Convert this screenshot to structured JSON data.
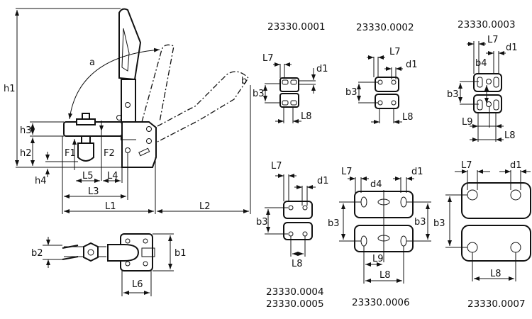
{
  "side_view": {
    "labels": {
      "h1": "h1",
      "a": "a",
      "h3": "h3",
      "h2": "h2",
      "F1": "F1",
      "F2": "F2",
      "h4": "h4",
      "L5": "L5",
      "L4": "L4",
      "L3": "L3",
      "L1": "L1",
      "L2": "L2",
      "b": "b"
    }
  },
  "top_view": {
    "labels": {
      "b2": "b2",
      "b1": "b1",
      "L6": "L6"
    }
  },
  "variants": [
    {
      "part_no": "23330.0001",
      "labels": {
        "L7": "L7",
        "d1": "d1",
        "b3": "b3",
        "L8": "L8"
      }
    },
    {
      "part_no": "23330.0002",
      "labels": {
        "L7": "L7",
        "d1": "d1",
        "b3": "b3",
        "L8": "L8"
      }
    },
    {
      "part_no": "23330.0003",
      "labels": {
        "L7": "L7",
        "d1": "d1",
        "b4": "b4",
        "b3": "b3",
        "L9": "L9",
        "L8": "L8"
      }
    },
    {
      "part_no": "23330.0004",
      "part_no_2": "23330.0005",
      "labels": {
        "L7": "L7",
        "d1": "d1",
        "b3": "b3",
        "L8": "L8"
      }
    },
    {
      "part_no": "23330.0006",
      "labels": {
        "L7": "L7",
        "d1": "d1",
        "d4": "d4",
        "b3_left": "b3",
        "b3_right": "b3",
        "L9": "L9",
        "L8": "L8"
      }
    },
    {
      "part_no": "23330.0007",
      "labels": {
        "L7": "L7",
        "d1": "d1",
        "b3": "b3",
        "L8": "L8"
      }
    }
  ]
}
